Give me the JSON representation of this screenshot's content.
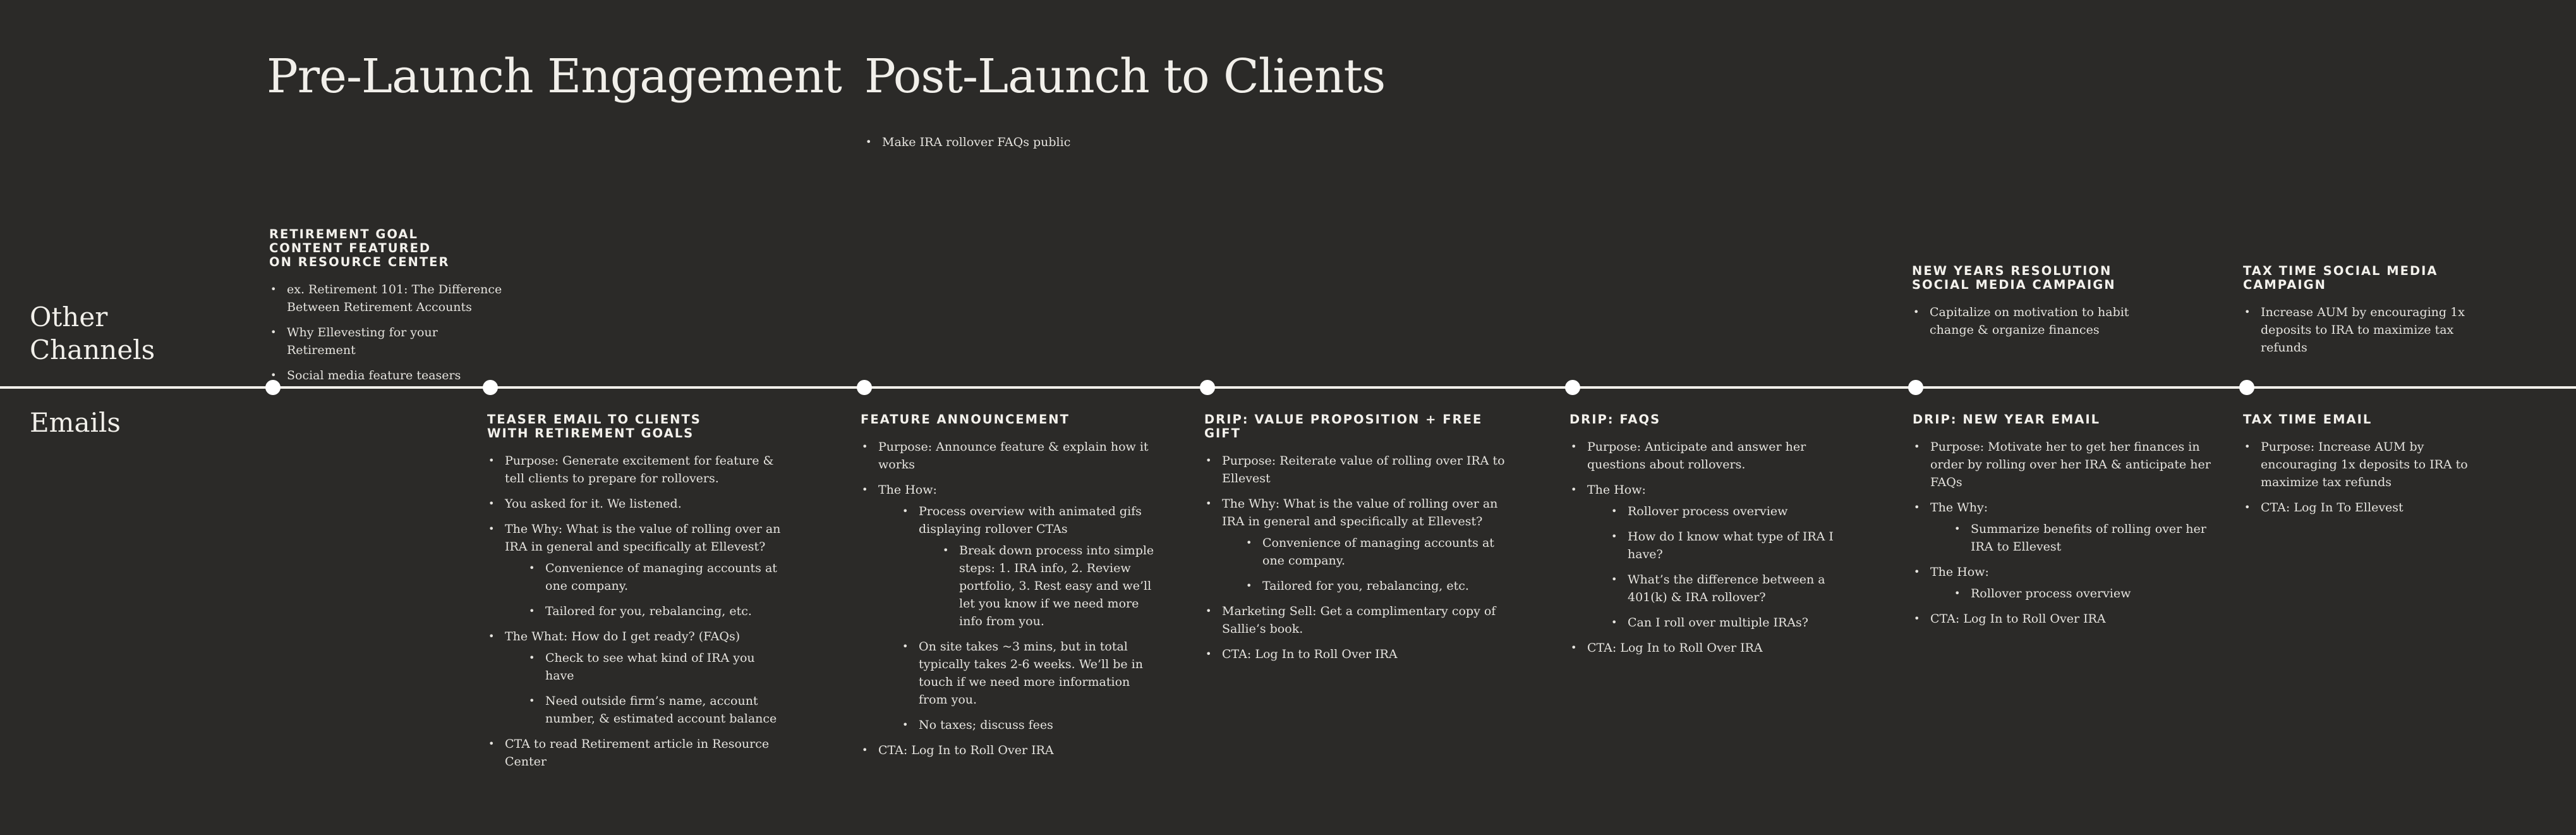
{
  "phases": {
    "pre_launch": "Pre-Launch Engagement",
    "post_launch": "Post-Launch to Clients",
    "post_launch_bullet": "Make IRA rollover FAQs public"
  },
  "rows": {
    "other_channels_line1": "Other",
    "other_channels_line2": "Channels",
    "emails": "Emails"
  },
  "other_channels": {
    "retirement_goal": {
      "title_lines": [
        "RETIREMENT GOAL",
        "CONTENT FEATURED",
        "ON RESOURCE CENTER"
      ],
      "items": [
        "ex. Retirement 101: The Difference Between Retirement Accounts",
        "Why Ellevesting for your Retirement",
        "Social media feature teasers"
      ]
    },
    "new_years": {
      "title_lines": [
        "NEW YEARS RESOLUTION",
        "SOCIAL MEDIA CAMPAIGN"
      ],
      "items": [
        "Capitalize on motivation to habit change & organize finances"
      ]
    },
    "tax_time_social": {
      "title_lines": [
        "TAX TIME SOCIAL MEDIA",
        "CAMPAIGN"
      ],
      "items": [
        "Increase AUM by encouraging 1x deposits to IRA to maximize tax refunds"
      ]
    }
  },
  "emails": {
    "teaser": {
      "title_lines": [
        "TEASER EMAIL TO CLIENTS",
        "WITH RETIREMENT GOALS"
      ],
      "items": [
        {
          "text": "Purpose: Generate excitement for feature & tell clients to prepare for rollovers."
        },
        {
          "text": "You asked for it. We listened."
        },
        {
          "text": "The Why: What is the value of rolling over an IRA in general and specifically at Ellevest?",
          "children": [
            {
              "text": "Convenience of managing accounts at one company."
            },
            {
              "text": "Tailored for you, rebalancing, etc."
            }
          ]
        },
        {
          "text": "The What: How do I get ready? (FAQs)",
          "children": [
            {
              "text": "Check to see what kind of IRA you have"
            },
            {
              "text": "Need outside firm’s name, account number, & estimated account balance"
            }
          ]
        },
        {
          "text": "CTA to read Retirement article in Resource Center"
        }
      ]
    },
    "feature": {
      "title_lines": [
        "FEATURE ANNOUNCEMENT"
      ],
      "items": [
        {
          "text": "Purpose: Announce feature & explain how it works"
        },
        {
          "text": "The How:",
          "children": [
            {
              "text": "Process overview with animated gifs displaying rollover CTAs",
              "children": [
                {
                  "text": "Break down process into simple steps: 1. IRA info, 2. Review portfolio, 3. Rest easy and we’ll let you know if we need more info from you."
                }
              ]
            },
            {
              "text": "On site takes ~3 mins, but in total typically takes 2-6 weeks. We’ll be in touch if we need more information from you."
            },
            {
              "text": "No taxes; discuss fees"
            }
          ]
        },
        {
          "text": "CTA: Log In to Roll Over IRA"
        }
      ]
    },
    "value_prop": {
      "title_lines": [
        "DRIP: VALUE PROPOSITION + FREE GIFT"
      ],
      "items": [
        {
          "text": "Purpose: Reiterate value of rolling over IRA to Ellevest"
        },
        {
          "text": "The Why: What is the value of rolling over an IRA in general and specifically at Ellevest?",
          "children": [
            {
              "text": "Convenience of managing accounts at one company."
            },
            {
              "text": "Tailored for you, rebalancing, etc."
            }
          ]
        },
        {
          "text": "Marketing Sell: Get a complimentary copy of Sallie’s book."
        },
        {
          "text": "CTA: Log In to Roll Over IRA"
        }
      ]
    },
    "faqs": {
      "title_lines": [
        "DRIP: FAQS"
      ],
      "items": [
        {
          "text": "Purpose: Anticipate and answer her questions about rollovers."
        },
        {
          "text": "The How:",
          "children": [
            {
              "text": "Rollover process overview"
            },
            {
              "text": "How do I know what type of IRA I have?"
            },
            {
              "text": "What’s the difference between a 401(k) & IRA rollover?"
            },
            {
              "text": "Can I roll over multiple IRAs?"
            }
          ]
        },
        {
          "text": "CTA: Log In to Roll Over IRA"
        }
      ]
    },
    "new_year_email": {
      "title_lines": [
        "DRIP: NEW YEAR EMAIL"
      ],
      "items": [
        {
          "text": "Purpose: Motivate her to get her finances in order by rolling over her IRA & anticipate her FAQs"
        },
        {
          "text": "The Why:",
          "children": [
            {
              "text": "Summarize benefits of rolling over her IRA to Ellevest"
            }
          ]
        },
        {
          "text": "The How:",
          "children": [
            {
              "text": "Rollover process overview"
            }
          ]
        },
        {
          "text": "CTA: Log In to Roll Over IRA"
        }
      ]
    },
    "tax_time_email": {
      "title_lines": [
        "TAX TIME EMAIL"
      ],
      "items": [
        {
          "text": "Purpose: Increase AUM by encouraging 1x deposits to IRA to maximize tax refunds"
        },
        {
          "text": "CTA: Log In To Ellevest"
        }
      ]
    }
  }
}
